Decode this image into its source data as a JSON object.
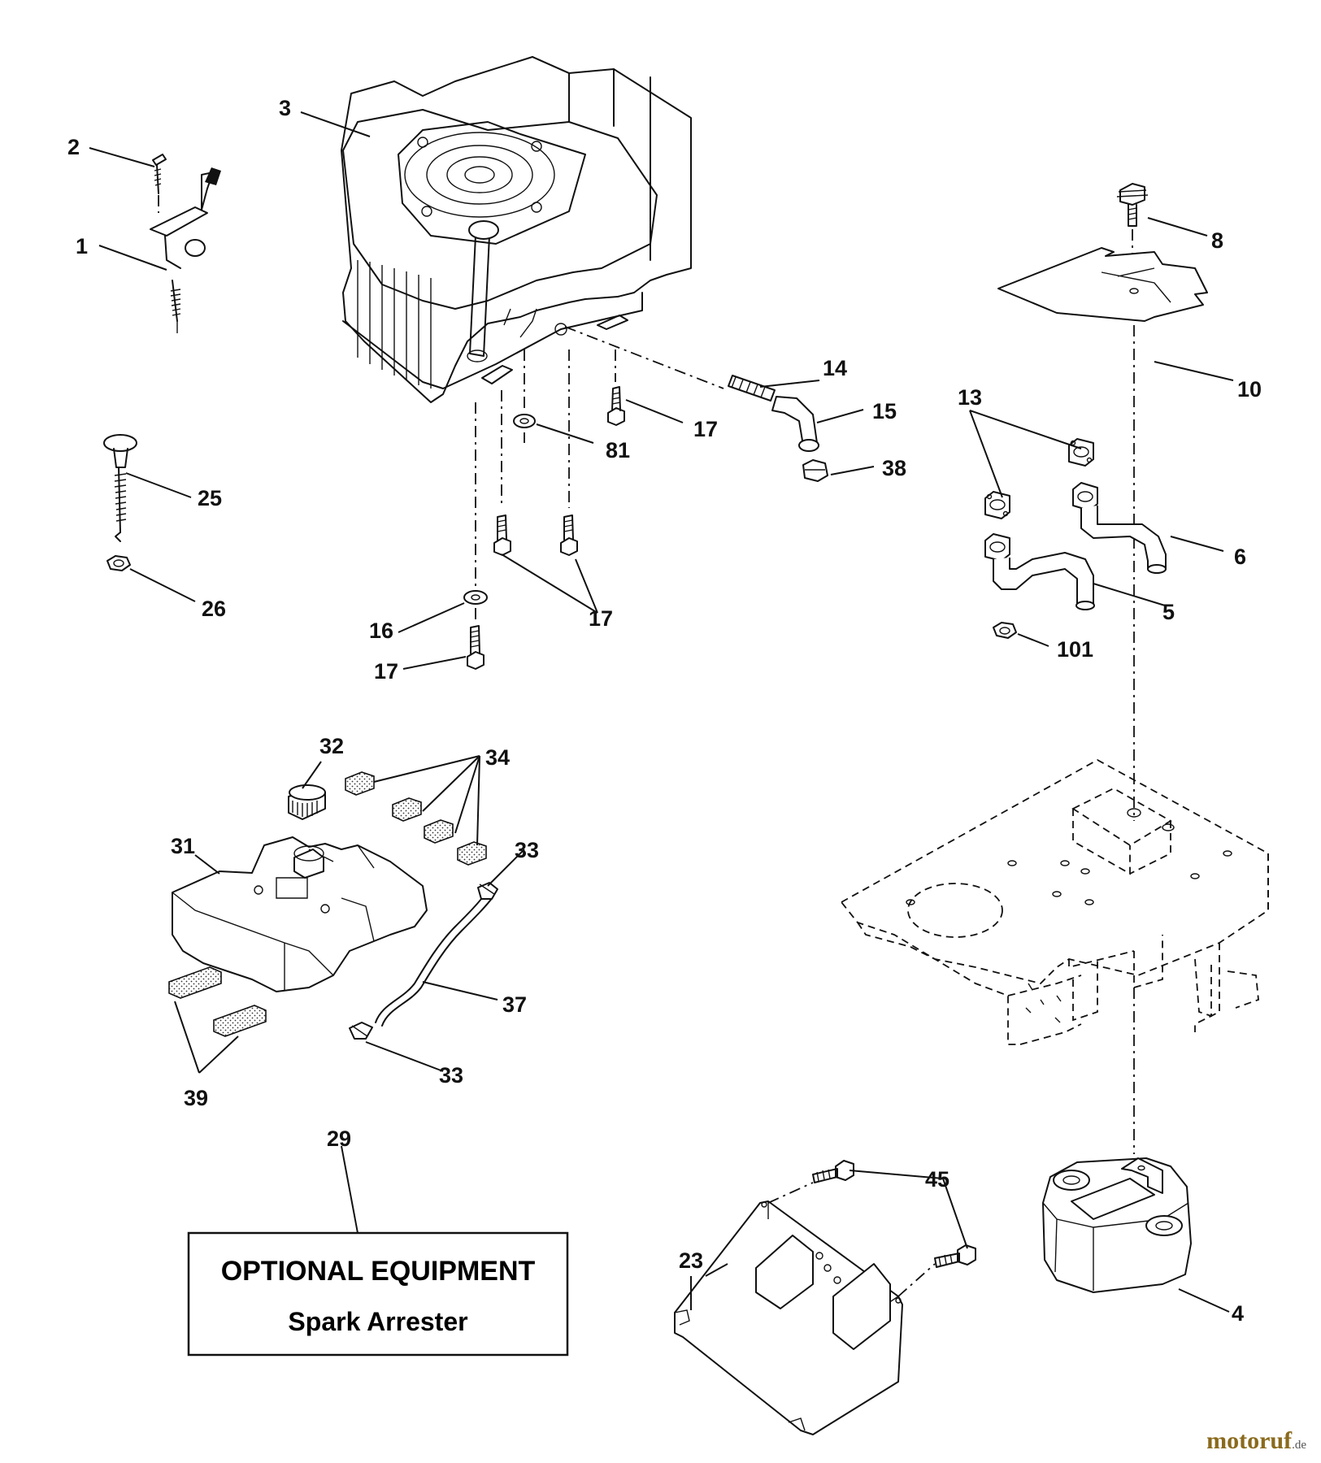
{
  "callouts": {
    "c1": "1",
    "c2": "2",
    "c3": "3",
    "c4": "4",
    "c5": "5",
    "c6": "6",
    "c8": "8",
    "c10": "10",
    "c13": "13",
    "c14": "14",
    "c15": "15",
    "c16": "16",
    "c17a": "17",
    "c17b": "17",
    "c17c": "17",
    "c23": "23",
    "c25": "25",
    "c26": "26",
    "c29": "29",
    "c31": "31",
    "c32": "32",
    "c33a": "33",
    "c33b": "33",
    "c34": "34",
    "c37": "37",
    "c38": "38",
    "c39": "39",
    "c45": "45",
    "c81": "81",
    "c101": "101"
  },
  "note": {
    "title": "OPTIONAL EQUIPMENT",
    "subtitle": "Spark Arrester"
  },
  "watermark": {
    "brand": "motoruf",
    "suffix": ".de"
  }
}
